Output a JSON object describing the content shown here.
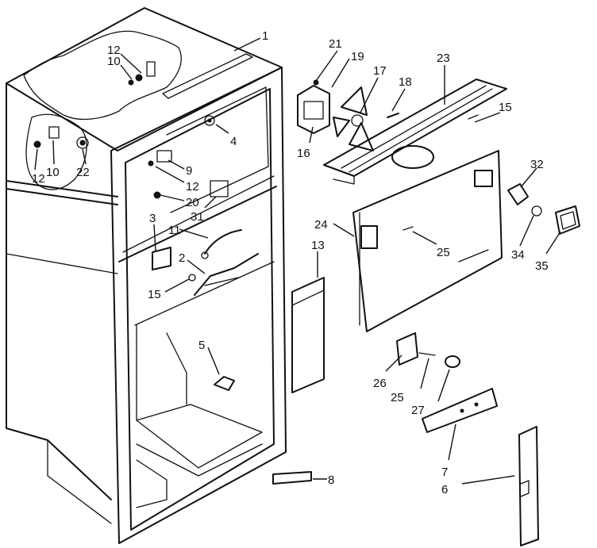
{
  "callouts": [
    {
      "id": "c1",
      "text": "1"
    },
    {
      "id": "c12a",
      "text": "12"
    },
    {
      "id": "c10a",
      "text": "10"
    },
    {
      "id": "c12b",
      "text": "12"
    },
    {
      "id": "c10b",
      "text": "10"
    },
    {
      "id": "c22",
      "text": "22"
    },
    {
      "id": "c4",
      "text": "4"
    },
    {
      "id": "c9",
      "text": "9"
    },
    {
      "id": "c12c",
      "text": "12"
    },
    {
      "id": "c20",
      "text": "20"
    },
    {
      "id": "c31",
      "text": "31"
    },
    {
      "id": "c3",
      "text": "3"
    },
    {
      "id": "c11",
      "text": "11"
    },
    {
      "id": "c2",
      "text": "2"
    },
    {
      "id": "c15a",
      "text": "15"
    },
    {
      "id": "c5",
      "text": "5"
    },
    {
      "id": "c13",
      "text": "13"
    },
    {
      "id": "c8",
      "text": "8"
    },
    {
      "id": "c21",
      "text": "21"
    },
    {
      "id": "c19",
      "text": "19"
    },
    {
      "id": "c17",
      "text": "17"
    },
    {
      "id": "c18",
      "text": "18"
    },
    {
      "id": "c16",
      "text": "16"
    },
    {
      "id": "c23",
      "text": "23"
    },
    {
      "id": "c15b",
      "text": "15"
    },
    {
      "id": "c32",
      "text": "32"
    },
    {
      "id": "c24",
      "text": "24"
    },
    {
      "id": "c25a",
      "text": "25"
    },
    {
      "id": "c34",
      "text": "34"
    },
    {
      "id": "c35",
      "text": "35"
    },
    {
      "id": "c26",
      "text": "26"
    },
    {
      "id": "c25b",
      "text": "25"
    },
    {
      "id": "c27",
      "text": "27"
    },
    {
      "id": "c7",
      "text": "7"
    },
    {
      "id": "c6",
      "text": "6"
    }
  ]
}
